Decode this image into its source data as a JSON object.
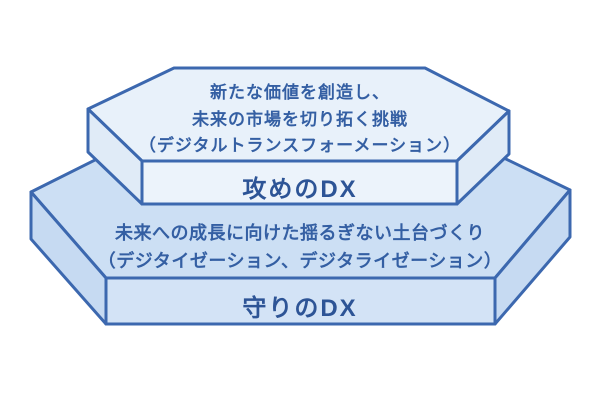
{
  "colors": {
    "background": "#ffffff",
    "stroke": "#3c68af",
    "description_text": "#345fa3",
    "label_text": "#2d5496"
  },
  "diagram": {
    "title_semantic": "two-tier DX platform diagram",
    "top_layer": {
      "label": "攻めのDX",
      "description_lines": [
        "新たな価値を創造し、",
        "未来の市場を切り拓く挑戦",
        "（デジタルトランスフォーメーション）"
      ],
      "fill_top": "#e8f1fa",
      "fill_side": "#e0ebf7",
      "fill_front": "#ecf3fb"
    },
    "bottom_layer": {
      "label": "守りのDX",
      "description_lines": [
        "未来への成長に向けた揺るぎない土台づくり",
        "（デジタイゼーション、デジタライゼーション）"
      ],
      "fill_top": "#ccdff4",
      "fill_side": "#c6daf2",
      "fill_front": "#d3e3f6"
    }
  }
}
